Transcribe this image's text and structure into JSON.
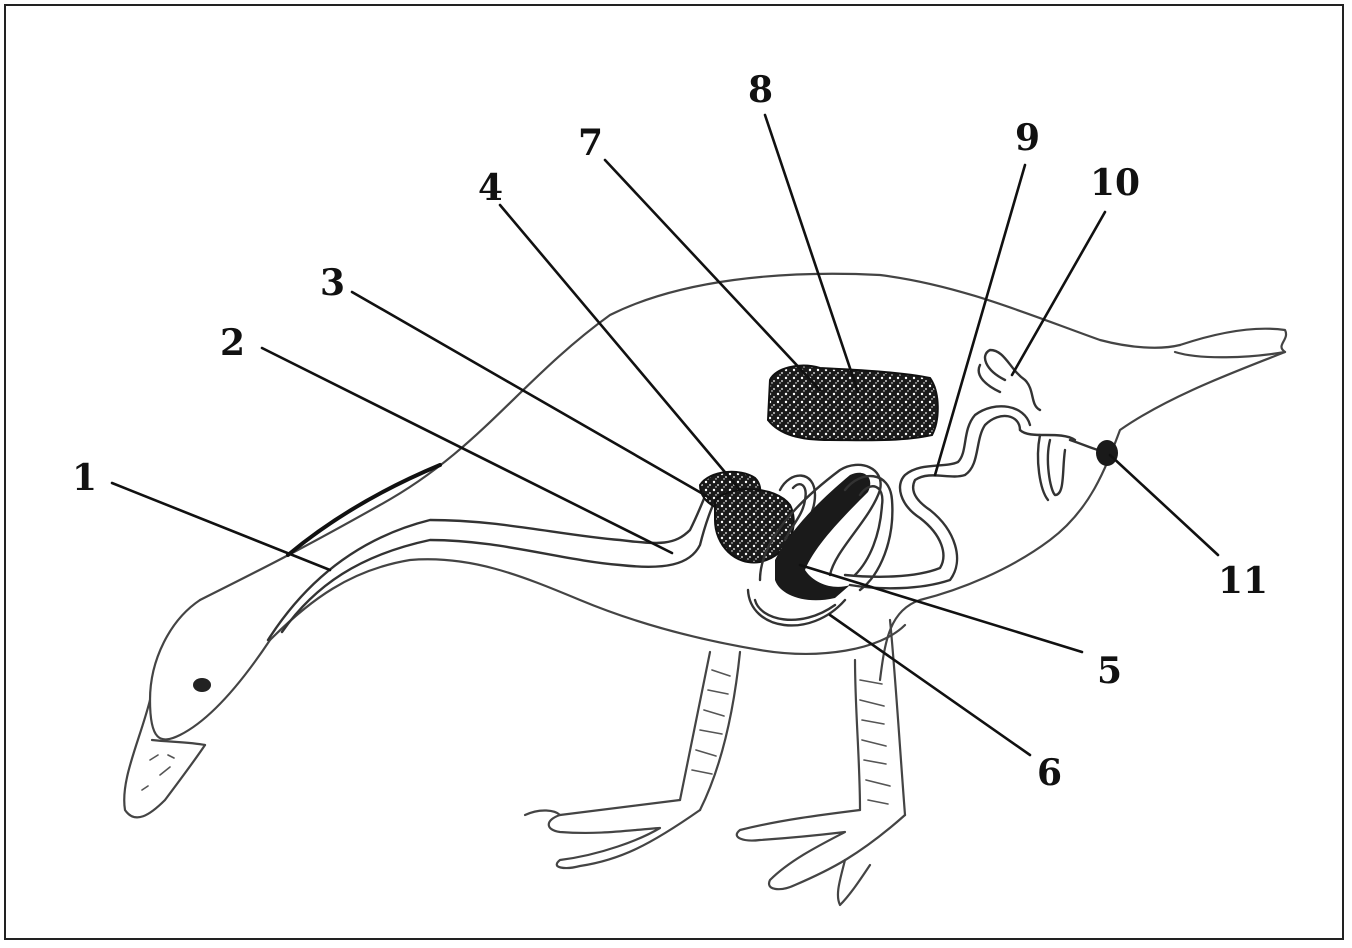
{
  "diagram": {
    "subject": "duck-digestive-system",
    "colors": {
      "line": "#444444",
      "ink": "#111111",
      "organ_fill": "#1a1a1a",
      "background": "#ffffff"
    },
    "labels": [
      {
        "id": "1",
        "text": "1"
      },
      {
        "id": "2",
        "text": "2"
      },
      {
        "id": "3",
        "text": "3"
      },
      {
        "id": "4",
        "text": "4"
      },
      {
        "id": "5",
        "text": "5"
      },
      {
        "id": "6",
        "text": "6"
      },
      {
        "id": "7",
        "text": "7"
      },
      {
        "id": "8",
        "text": "8"
      },
      {
        "id": "9",
        "text": "9"
      },
      {
        "id": "10",
        "text": "10"
      },
      {
        "id": "11",
        "text": "11"
      }
    ]
  }
}
